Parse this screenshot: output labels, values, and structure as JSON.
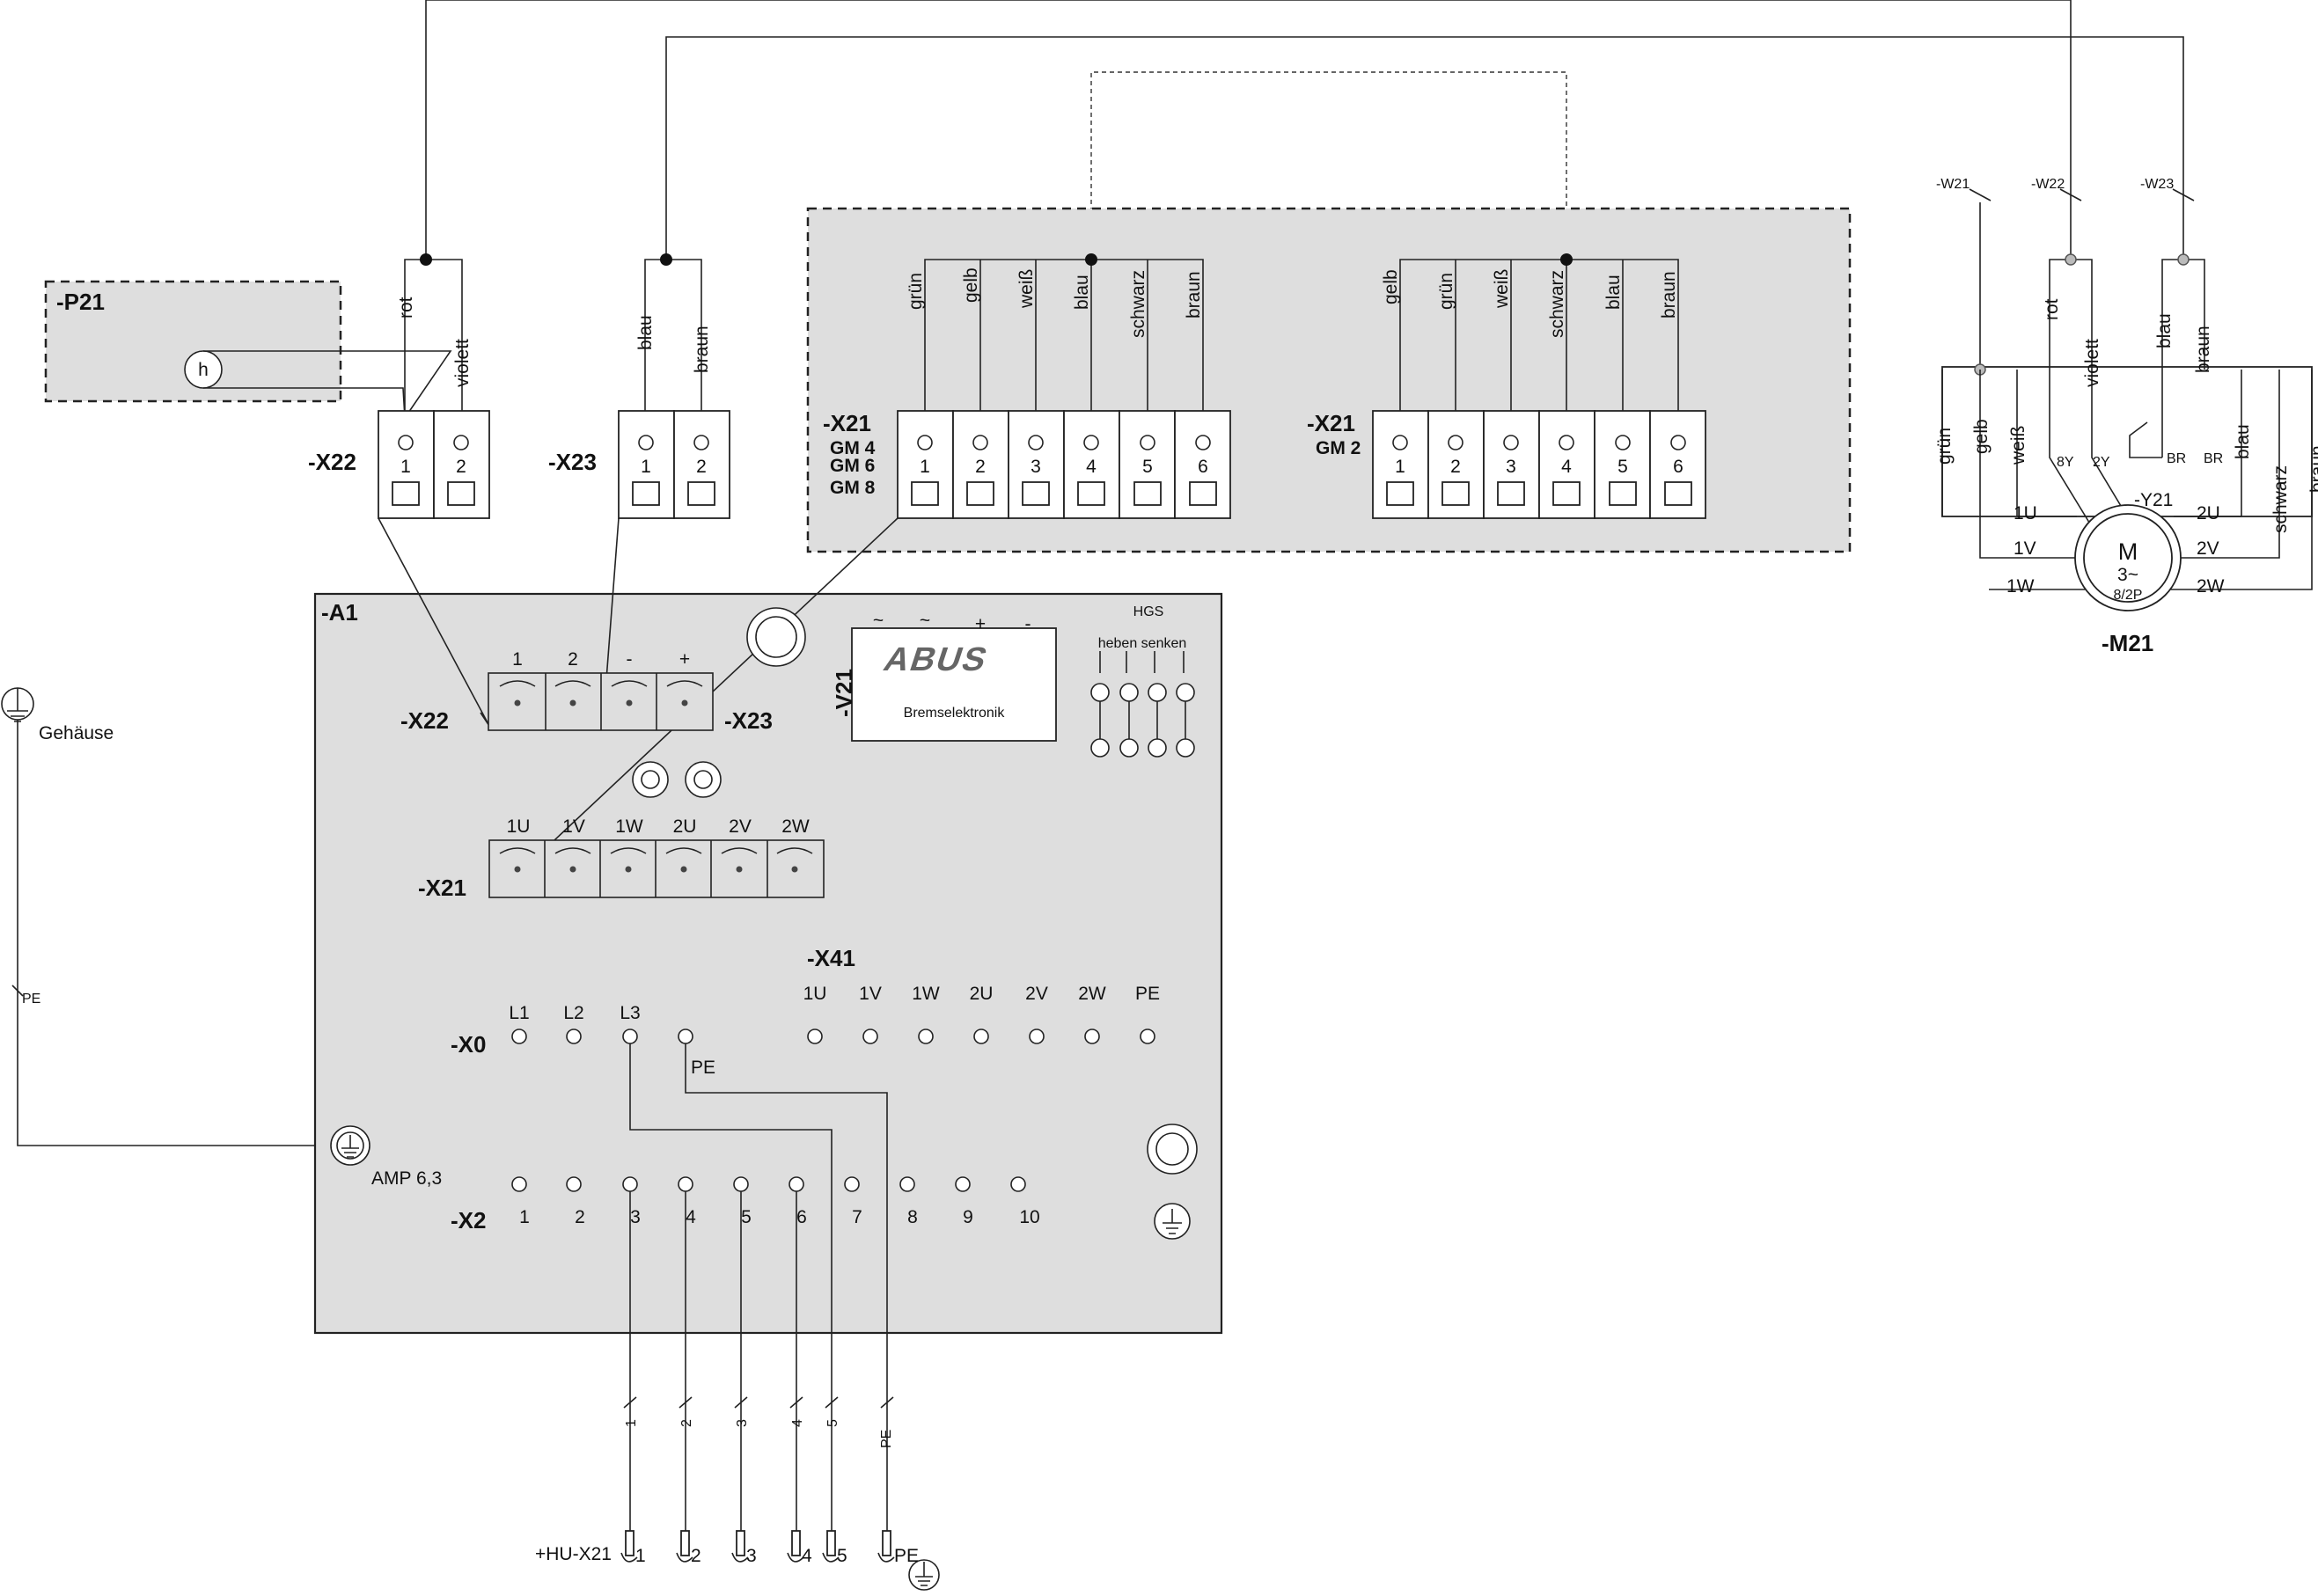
{
  "components": {
    "p21": {
      "tag": "-P21",
      "symbol": "h"
    },
    "x22_top": {
      "tag": "-X22",
      "pins": [
        "1",
        "2"
      ],
      "wires": [
        "rot",
        "violett"
      ]
    },
    "x23_top": {
      "tag": "-X23",
      "pins": [
        "1",
        "2"
      ],
      "wires": [
        "blau",
        "braun"
      ]
    },
    "x21_a": {
      "tag": "-X21",
      "variants": [
        "GM 4",
        "GM 6",
        "GM 8"
      ],
      "pins": [
        "1",
        "2",
        "3",
        "4",
        "5",
        "6"
      ],
      "wires": [
        "grün",
        "gelb",
        "weiß",
        "blau",
        "schwarz",
        "braun"
      ]
    },
    "x21_b": {
      "tag": "-X21",
      "variants": [
        "GM 2"
      ],
      "pins": [
        "1",
        "2",
        "3",
        "4",
        "5",
        "6"
      ],
      "wires": [
        "gelb",
        "grün",
        "weiß",
        "schwarz",
        "blau",
        "braun"
      ]
    },
    "m21": {
      "tag": "-M21",
      "cables": [
        "-W21",
        "-W22",
        "-W23"
      ],
      "left_wires": [
        "grün",
        "gelb",
        "weiß"
      ],
      "top_wires": [
        "rot",
        "violett",
        "blau",
        "braun"
      ],
      "right_wires": [
        "blau",
        "schwarz",
        "braun"
      ],
      "left_terms": [
        "1U",
        "1V",
        "1W"
      ],
      "right_terms": [
        "2U",
        "2V",
        "2W"
      ],
      "brake_terms": [
        "8Y",
        "2Y",
        "BR",
        "BR"
      ],
      "brake_tag": "-Y21",
      "motor": [
        "M",
        "3~",
        "8/2P"
      ]
    },
    "a1": {
      "tag": "-A1",
      "x22": {
        "tag": "-X22",
        "pins": [
          "1",
          "2"
        ]
      },
      "x23": {
        "tag": "-X23",
        "pins": [
          "-",
          "+"
        ]
      },
      "x21": {
        "tag": "-X21",
        "pins": [
          "1U",
          "1V",
          "1W",
          "2U",
          "2V",
          "2W"
        ]
      },
      "v21": {
        "tag": "-V21",
        "logo": "ABUS",
        "label": "Bremselektronik",
        "pins": [
          "~",
          "~",
          "+",
          "-"
        ]
      },
      "hgs": {
        "title": "HGS",
        "labels": "heben senken"
      },
      "x41": {
        "tag": "-X41",
        "pins": [
          "1U",
          "1V",
          "1W",
          "2U",
          "2V",
          "2W",
          "PE"
        ]
      },
      "x0": {
        "tag": "-X0",
        "pins": [
          "L1",
          "L2",
          "L3"
        ],
        "pe": "PE"
      },
      "x2": {
        "tag": "-X2",
        "pins": [
          "1",
          "2",
          "3",
          "4",
          "5",
          "6",
          "7",
          "8",
          "9",
          "10"
        ]
      },
      "amp": "AMP 6,3"
    },
    "housing": {
      "label": "Gehäuse",
      "wire": "PE"
    },
    "hu": {
      "tag": "+HU-X21",
      "wires": [
        "1",
        "2",
        "3",
        "4",
        "5",
        "PE"
      ],
      "terms": [
        "1",
        "2",
        "3",
        "4",
        "5",
        "PE"
      ]
    }
  },
  "colors": {
    "panel": "#dedede",
    "line": "#222222",
    "background": "#ffffff"
  }
}
